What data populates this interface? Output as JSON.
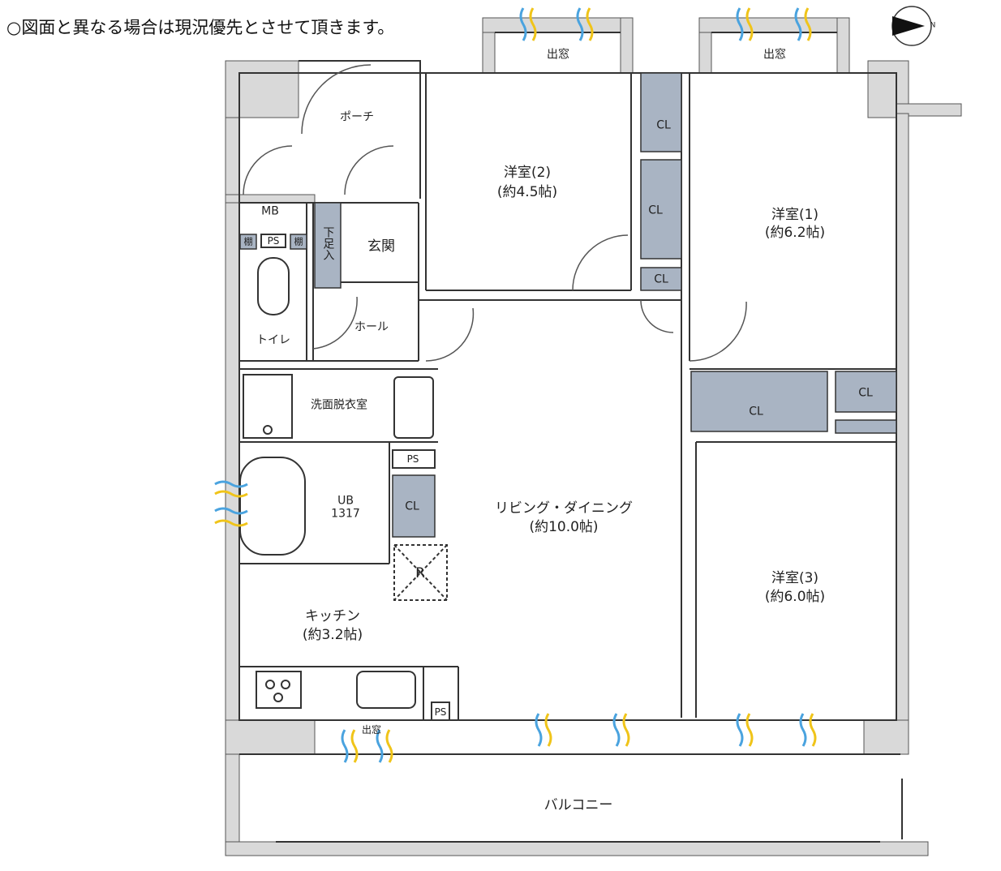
{
  "note": "○図面と異なる場合は現況優先とさせて頂きます。",
  "compass": {
    "label": "N",
    "icon": "north-arrow-icon"
  },
  "rooms": {
    "bay_window_1": "出窓",
    "bay_window_2": "出窓",
    "bay_window_3": "出窓",
    "porch": "ポーチ",
    "western2_name": "洋室(2)",
    "western2_size": "(約4.5帖)",
    "western1_name": "洋室(1)",
    "western1_size": "(約6.2帖)",
    "western3_name": "洋室(3)",
    "western3_size": "(約6.0帖)",
    "mb": "MB",
    "shelf_left": "棚",
    "ps_toilet": "PS",
    "shelf_right": "棚",
    "shoe_storage": "下足入",
    "entrance": "玄関",
    "hall": "ホール",
    "toilet": "トイレ",
    "washroom": "洗面脱衣室",
    "ub_name": "UB",
    "ub_size": "1317",
    "ps_living": "PS",
    "living_name": "リビング・ダイニング",
    "living_size": "(約10.0帖)",
    "fridge": "R",
    "kitchen_name": "キッチン",
    "kitchen_size": "(約3.2帖)",
    "ps_kitchen": "PS",
    "balcony": "バルコニー"
  },
  "closets": [
    "CL",
    "CL",
    "CL",
    "CL",
    "CL",
    "CL"
  ],
  "colors": {
    "wall": "#d9d9d9",
    "closet": "#a9b4c3",
    "line": "#333333",
    "wind_blue": "#4aa3df",
    "wind_yellow": "#f0c419"
  }
}
